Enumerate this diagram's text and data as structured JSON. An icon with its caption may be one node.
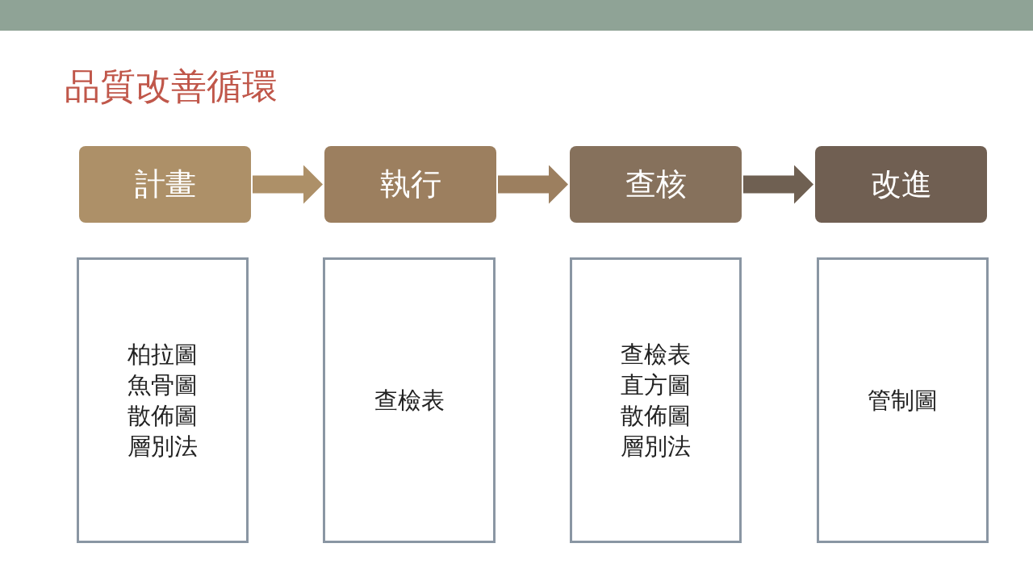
{
  "diagram": {
    "title": "品質改善循環",
    "nodes": [
      {
        "text": [
          "計畫"
        ]
      },
      {
        "text": [
          "執行"
        ]
      },
      {
        "text": [
          "查核"
        ]
      },
      {
        "text": [
          "改進"
        ]
      },
      {
        "text": [
          "柏拉圖",
          "魚骨圖",
          "散佈圖",
          "層別法"
        ]
      },
      {
        "text": [
          "查檢表"
        ]
      },
      {
        "text": [
          "查檢表",
          "直方圖",
          "散佈圖",
          "層別法"
        ]
      },
      {
        "text": [
          "管制圖"
        ]
      },
      {
        "text": [],
        "shape": "bar"
      }
    ],
    "edges": [
      {
        "from": 0,
        "to": 1,
        "arrow": "to",
        "color": "#ad9068"
      },
      {
        "from": 1,
        "to": 2,
        "arrow": "to",
        "color": "#9c7f5f"
      },
      {
        "from": 2,
        "to": 3,
        "arrow": "to",
        "color": "#6f6052"
      }
    ]
  }
}
